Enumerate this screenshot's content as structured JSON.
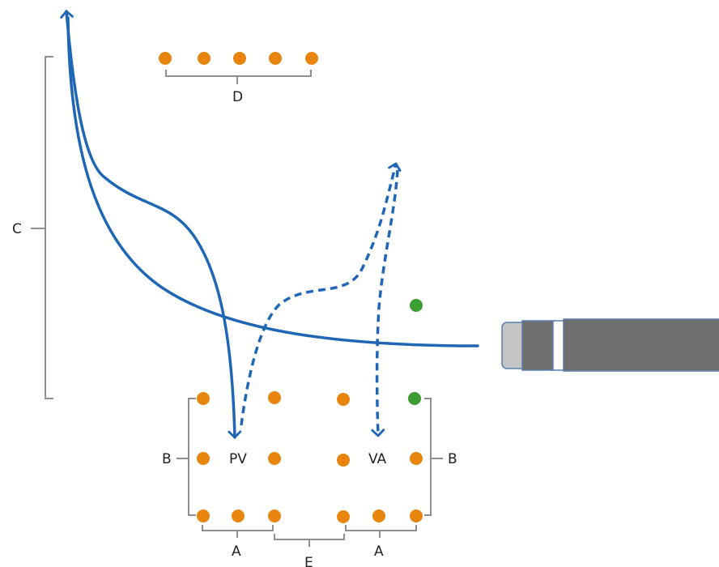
{
  "labels": {
    "c": "C",
    "d": "D",
    "b_left": "B",
    "b_right": "B",
    "pv": "PV",
    "va": "VA",
    "a_left": "A",
    "a_right": "A",
    "e": "E"
  },
  "colors": {
    "dot_orange": "#e7850f",
    "dot_green": "#3b9e33",
    "curve_blue": "#1f67b4",
    "bracket_gray": "#8f8f8f",
    "electrode_dark": "#6f6f6f",
    "electrode_tip": "#c4c4c4"
  }
}
